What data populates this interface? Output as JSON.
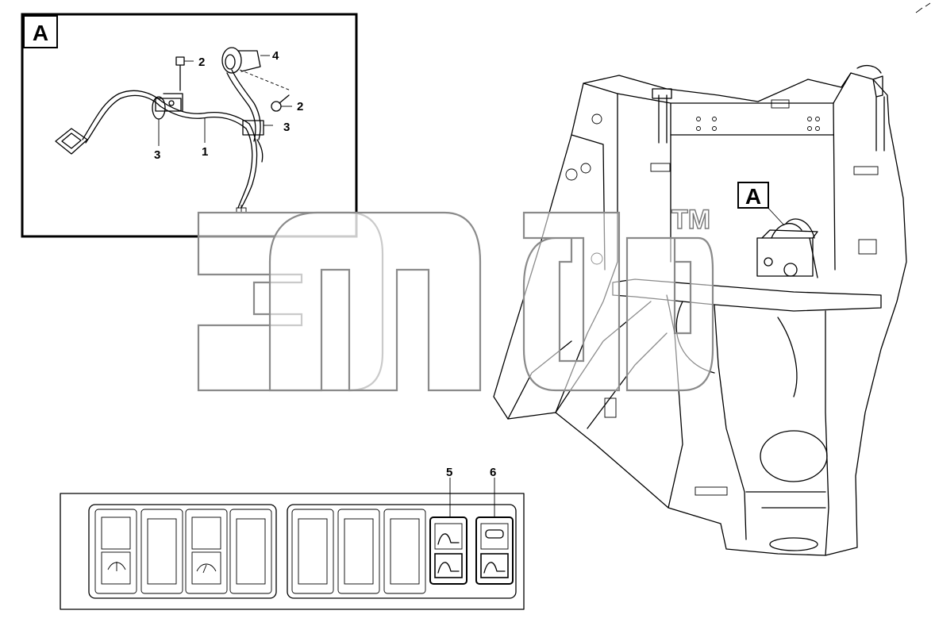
{
  "detail_view": {
    "label": "A",
    "callouts": [
      {
        "id": "1",
        "text": "1"
      },
      {
        "id": "2a",
        "text": "2"
      },
      {
        "id": "2b",
        "text": "2"
      },
      {
        "id": "3a",
        "text": "3"
      },
      {
        "id": "3b",
        "text": "3"
      },
      {
        "id": "4",
        "text": "4"
      }
    ]
  },
  "main_view": {
    "detail_marker": "A"
  },
  "switch_panel": {
    "callouts": [
      {
        "id": "5",
        "text": "5"
      },
      {
        "id": "6",
        "text": "6"
      }
    ]
  },
  "watermark": {
    "trademark": "TM"
  }
}
